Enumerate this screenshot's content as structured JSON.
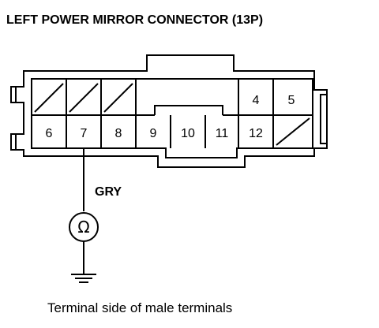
{
  "title": "LEFT POWER MIRROR CONNECTOR (13P)",
  "caption": "Terminal side of male terminals",
  "wire_label": "GRY",
  "meter_symbol": "Ω",
  "terminals": {
    "t4": "4",
    "t5": "5",
    "t6": "6",
    "t7": "7",
    "t8": "8",
    "t9": "9",
    "t10": "10",
    "t11": "11",
    "t12": "12"
  }
}
